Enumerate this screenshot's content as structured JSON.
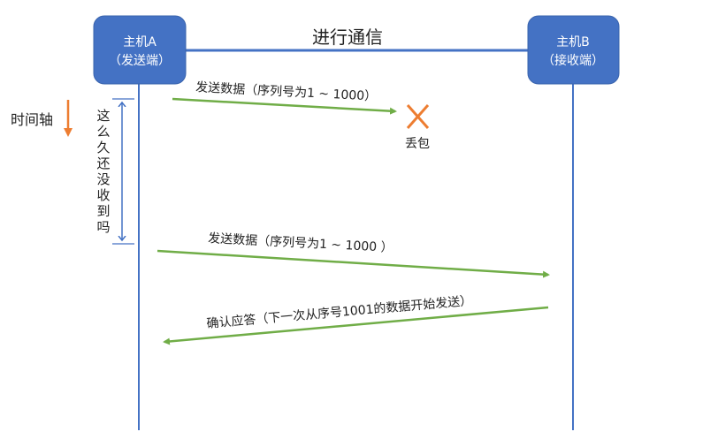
{
  "title": "进行通信",
  "host_a": {
    "line1": "主机A",
    "line2": "（发送端）"
  },
  "host_b": {
    "line1": "主机B",
    "line2": "（接收端）"
  },
  "time_axis_label": "时间轴",
  "timeout_label": [
    "这",
    "么",
    "久",
    "还",
    "没",
    "收",
    "到",
    "吗"
  ],
  "messages": [
    {
      "label": "发送数据（序列号为1 ~ 1000）"
    },
    {
      "label": "发送数据（序列号为1 ~ 1000 ）"
    },
    {
      "label": "确认应答（下一次从序号1001的数据开始发送）"
    }
  ],
  "lost_label": "丢包",
  "colors": {
    "host": "#4472C4",
    "message": "#70AD47",
    "accent": "#ED7D31",
    "text": "#222222"
  }
}
